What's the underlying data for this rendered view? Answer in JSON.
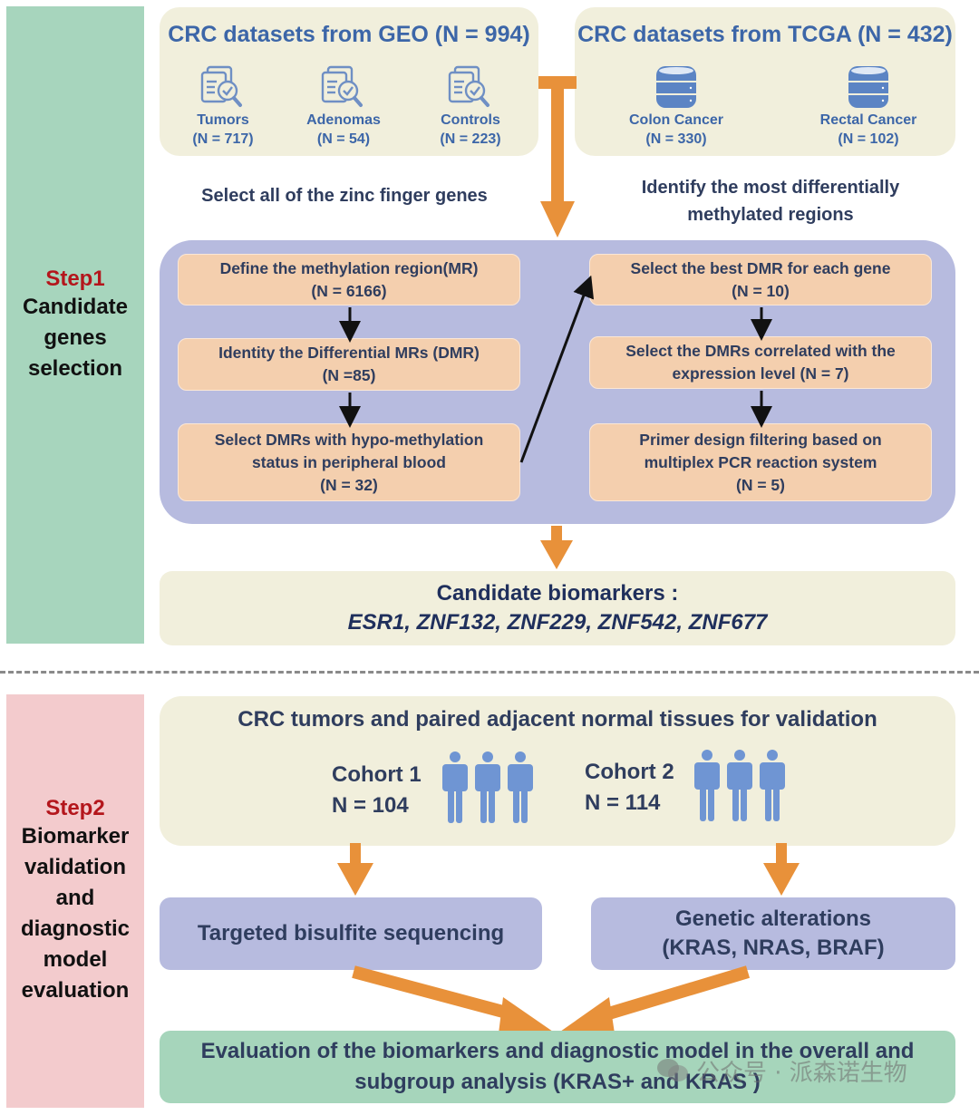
{
  "step1": {
    "title": "Step1",
    "description_lines": [
      "Candidate",
      "genes",
      "selection"
    ]
  },
  "step2": {
    "title": "Step2",
    "description_lines": [
      "Biomarker",
      "validation",
      "and",
      "diagnostic",
      "model",
      "evaluation"
    ]
  },
  "geo": {
    "title": "CRC datasets from GEO (N = 994)",
    "items": [
      {
        "label": "Tumors",
        "count": "(N = 717)",
        "icon": "document-search-icon"
      },
      {
        "label": "Adenomas",
        "count": "(N = 54)",
        "icon": "document-search-icon"
      },
      {
        "label": "Controls",
        "count": "(N = 223)",
        "icon": "document-search-icon"
      }
    ]
  },
  "tcga": {
    "title": "CRC datasets from TCGA (N = 432)",
    "items": [
      {
        "label": "Colon Cancer",
        "count": "(N = 330)",
        "icon": "database-icon"
      },
      {
        "label": "Rectal Cancer",
        "count": "(N = 102)",
        "icon": "database-icon"
      }
    ]
  },
  "notes": {
    "zinc": "Select all of the zinc finger genes",
    "dmr_line1": "Identify the most differentially",
    "dmr_line2": "methylated regions"
  },
  "pipeline_left": [
    {
      "lines": [
        "Define the methylation region(MR)",
        "(N = 6166)"
      ]
    },
    {
      "lines": [
        "Identity the Differential MRs (DMR)",
        "(N =85)"
      ]
    },
    {
      "lines": [
        "Select DMRs with hypo-methylation",
        "status in peripheral blood",
        "(N = 32)"
      ]
    }
  ],
  "pipeline_right": [
    {
      "lines": [
        "Select the best DMR for each gene",
        "(N = 10)"
      ]
    },
    {
      "lines": [
        "Select the DMRs correlated with the",
        "expression level (N = 7)"
      ]
    },
    {
      "lines": [
        "Primer design filtering based on",
        "multiplex PCR reaction system",
        "(N = 5)"
      ]
    }
  ],
  "candidate": {
    "title": "Candidate biomarkers :",
    "genes": "ESR1, ZNF132, ZNF229, ZNF542, ZNF677"
  },
  "validation": {
    "title": "CRC tumors and paired adjacent normal tissues for validation",
    "cohorts": [
      {
        "name": "Cohort 1",
        "n": "N = 104",
        "icon": "people-icon"
      },
      {
        "name": "Cohort 2",
        "n": "N = 114",
        "icon": "people-icon"
      }
    ]
  },
  "methods": {
    "tbs": "Targeted bisulfite sequencing",
    "genetic_line1": "Genetic alterations",
    "genetic_line2": "(KRAS, NRAS, BRAF)"
  },
  "evaluation": {
    "line1": "Evaluation of the biomarkers and diagnostic model in the overall and",
    "line2": "subgroup analysis (KRAS+ and  KRAS )"
  },
  "watermark": "公众号 · 派森诺生物",
  "colors": {
    "orange_arrow": "#e8913a",
    "title_blue": "#3c66a8",
    "navy_text": "#2f3d5e",
    "step_red": "#b4161c",
    "cream": "#f1efdc",
    "peach": "#f4cfae",
    "lavender": "#b7bbdf",
    "green": "#a6d5bb",
    "pink": "#f3cbcd"
  }
}
